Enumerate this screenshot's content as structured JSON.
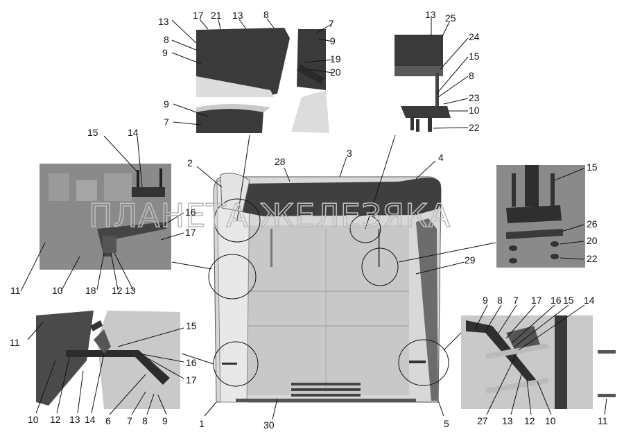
{
  "watermark": "ПЛАНЕТА ЖЕЛЕЗЯКА",
  "labels": {
    "tc_13a": "13",
    "tc_8a": "8",
    "tc_9a": "9",
    "tc_17": "17",
    "tc_21": "21",
    "tc_13b": "13",
    "tc_8b": "8",
    "tc_7a": "7",
    "tc_9b": "9",
    "tc_19": "19",
    "tc_20": "20",
    "tc_9c": "9",
    "tc_7b": "7",
    "tr_13": "13",
    "tr_25": "25",
    "tr_24": "24",
    "tr_15": "15",
    "tr_8": "8",
    "tr_23": "23",
    "tr_10": "10",
    "tr_22": "22",
    "ml_15": "15",
    "ml_14": "14",
    "ml_16": "16",
    "ml_17": "17",
    "ml_11": "11",
    "ml_10": "10",
    "ml_18": "18",
    "ml_12": "12",
    "ml_13": "13",
    "c_2": "2",
    "c_28": "28",
    "c_3": "3",
    "c_4": "4",
    "c_29": "29",
    "c_1": "1",
    "c_30": "30",
    "c_5": "5",
    "mr_15": "15",
    "mr_26": "26",
    "mr_20": "20",
    "mr_22": "22",
    "bl_11": "11",
    "bl_15": "15",
    "bl_16": "16",
    "bl_17": "17",
    "bl_10": "10",
    "bl_12": "12",
    "bl_13": "13",
    "bl_14": "14",
    "bl_6": "6",
    "bl_7": "7",
    "bl_8": "8",
    "bl_9": "9",
    "br_9": "9",
    "br_8": "8",
    "br_7": "7",
    "br_17": "17",
    "br_16": "16",
    "br_15": "15",
    "br_14": "14",
    "br_27": "27",
    "br_13": "13",
    "br_12": "12",
    "br_10": "10",
    "br_11": "11"
  }
}
